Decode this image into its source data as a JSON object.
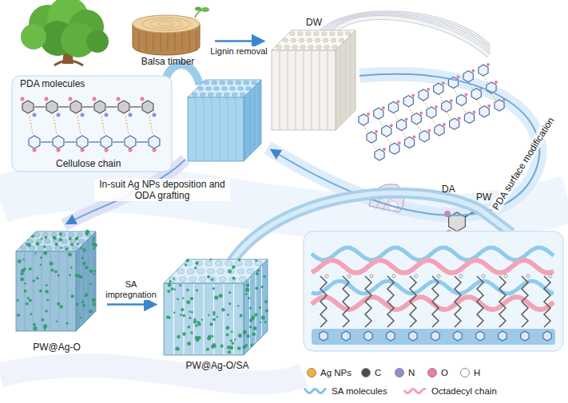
{
  "diagram": {
    "nodes": [
      {
        "text": [
          "Balsa timber"
        ]
      },
      {
        "text": [
          "DW"
        ]
      },
      {
        "text": [
          "PW@Ag-O"
        ]
      },
      {
        "text": [
          "PW@Ag-O/SA"
        ]
      }
    ],
    "edges": [
      {
        "from": 0,
        "to": 1,
        "arrow": "to",
        "label": "Lignin removal"
      },
      {
        "from": 2,
        "to": 3,
        "arrow": "to",
        "label": "SA impregnation"
      }
    ],
    "labels": [
      "PDA molecules",
      "Cellulose chain",
      "DA",
      "PDA surface modification",
      "PW",
      "In-suit Ag NPs deposition and ODA grafting"
    ],
    "legend": [
      {
        "text": "Ag NPs",
        "color": "#f2b233"
      },
      {
        "text": "C",
        "color": "#4d4d4d"
      },
      {
        "text": "N",
        "color": "#8c8fd6"
      },
      {
        "text": "O",
        "color": "#f07b9b"
      },
      {
        "text": "H",
        "color": "#ffffff"
      },
      {
        "text": "SA molecules"
      },
      {
        "text": "Octadecyl chain"
      }
    ]
  }
}
